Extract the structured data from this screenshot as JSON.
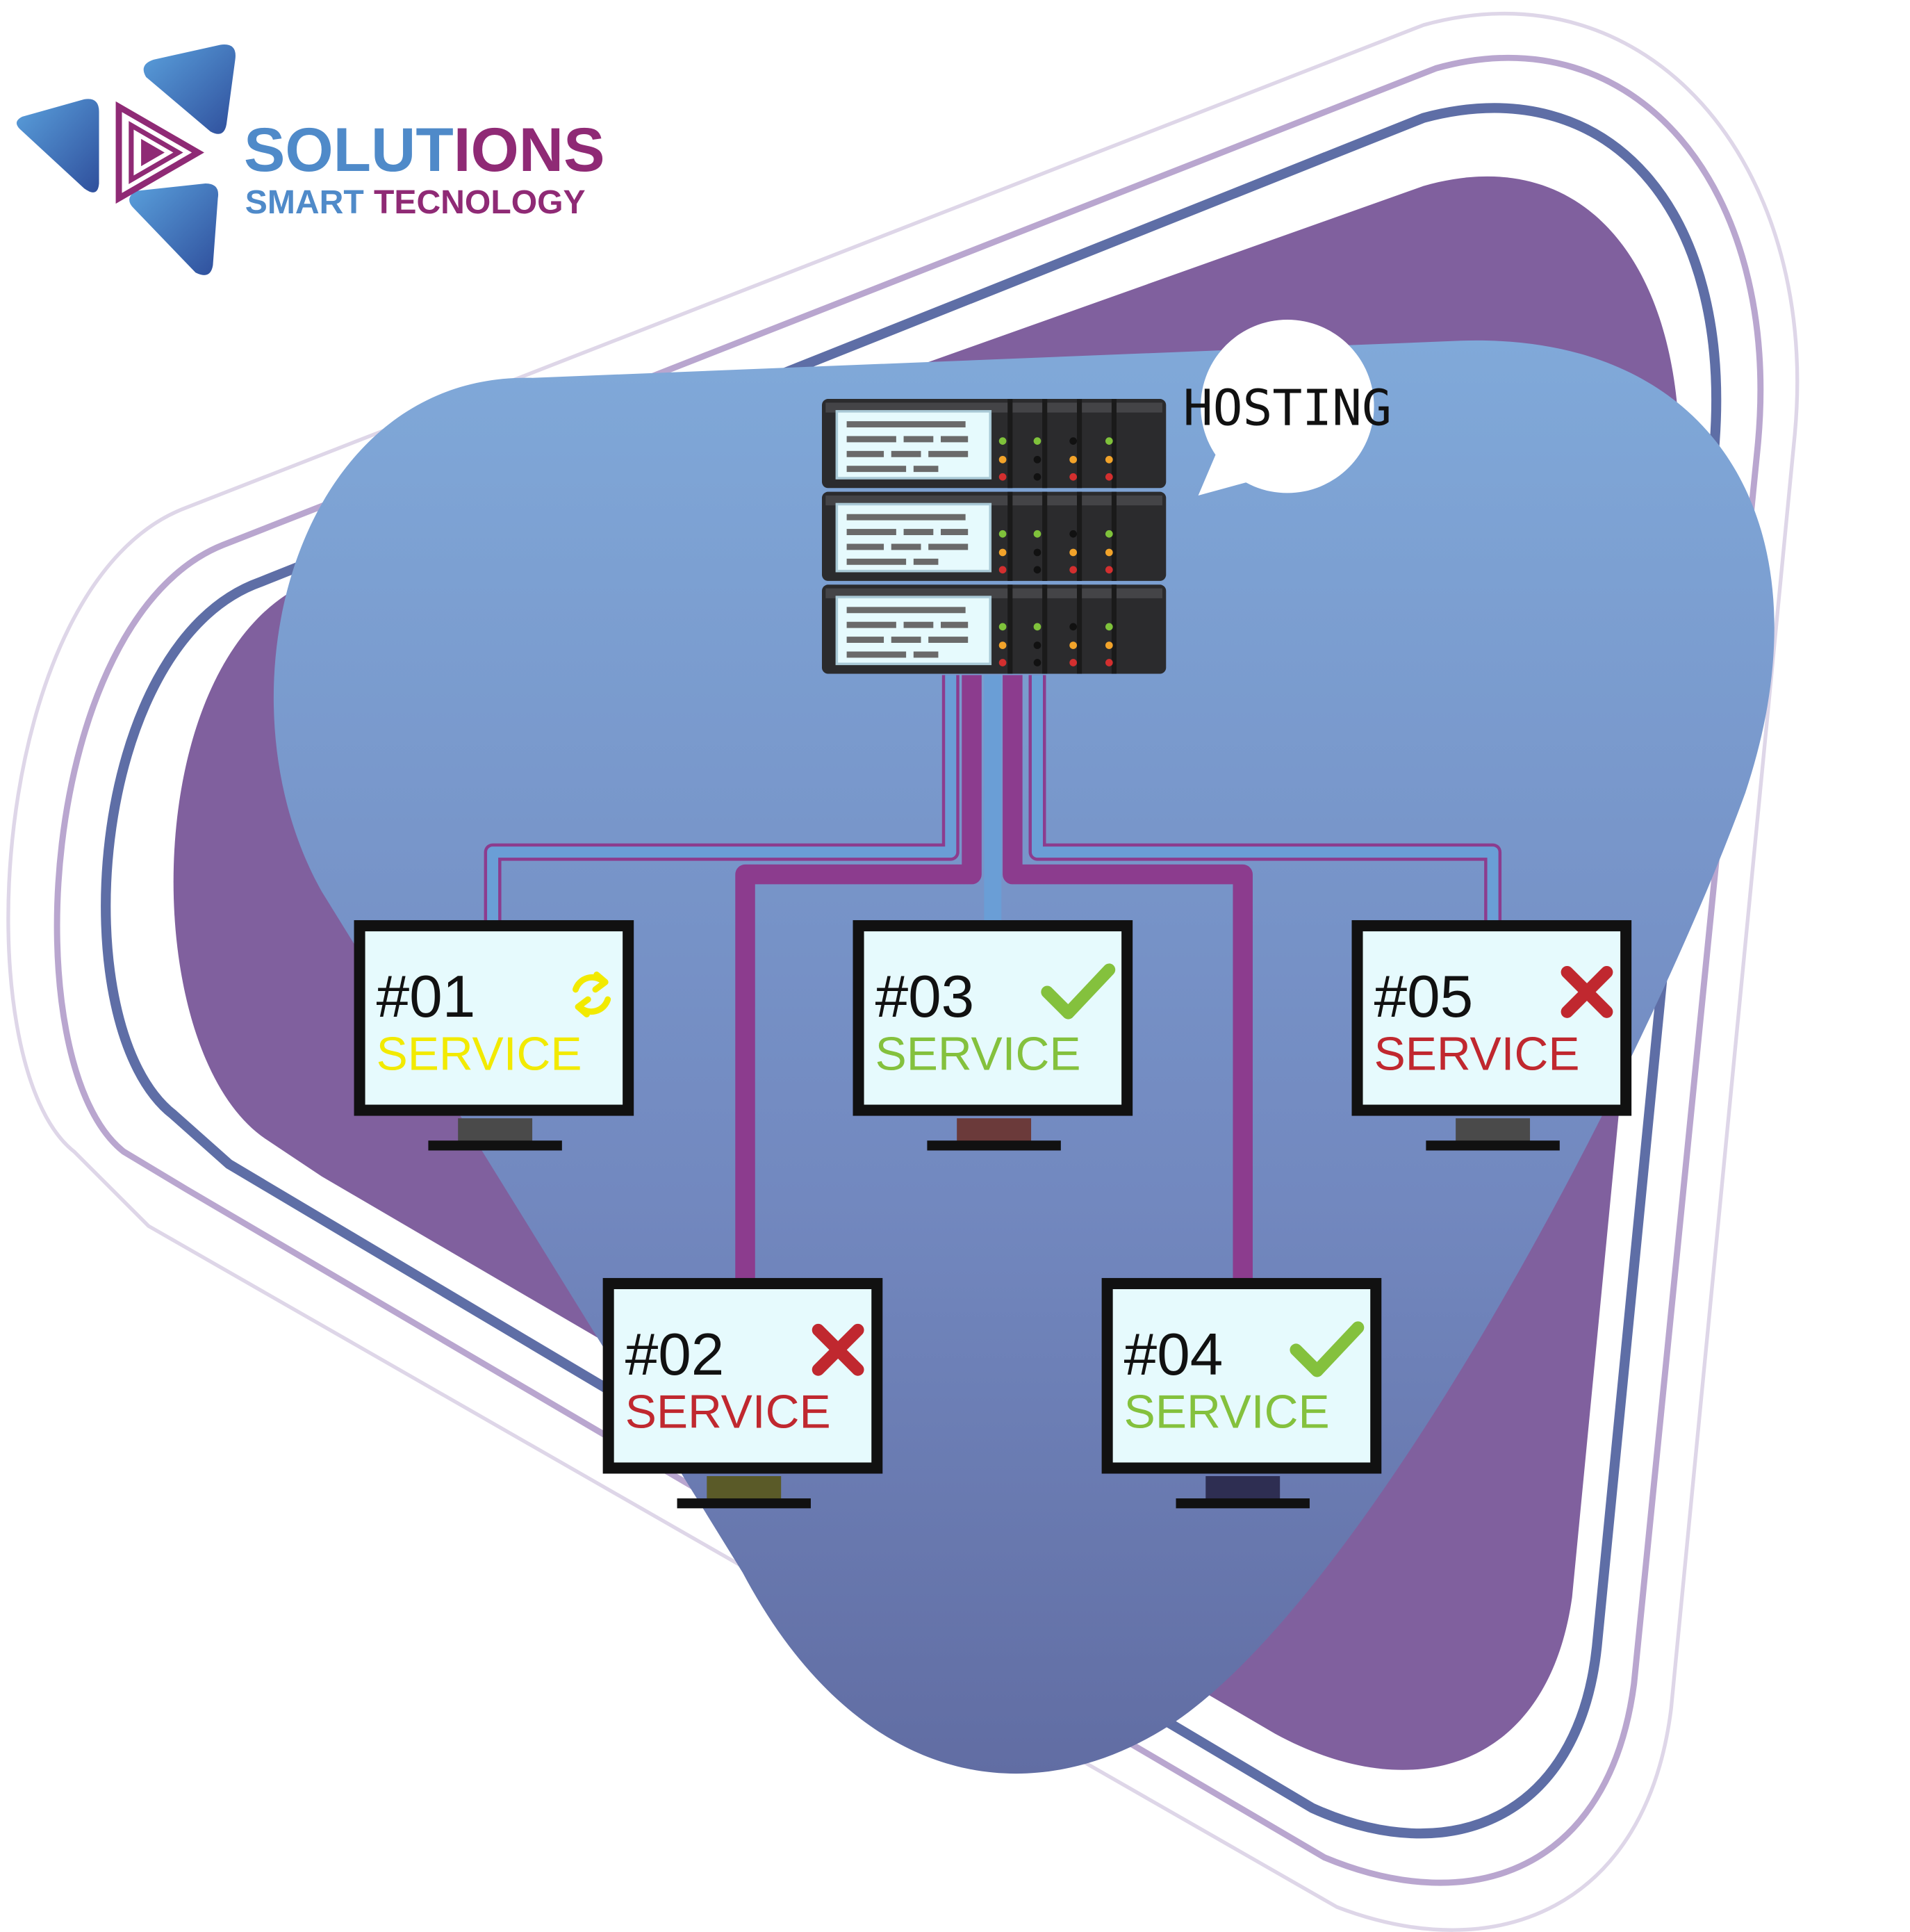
{
  "logo": {
    "word_part1": "SOLUT",
    "word_part2": "IONS",
    "tag_part1": "SMART",
    "tag_part2": "TECNOLOGY"
  },
  "hosting_label": "HOSTING",
  "colors": {
    "logo_blue": "#4f8ac9",
    "logo_purple": "#8f2a75",
    "blob_blue": "#7aa2d2",
    "blob_purple": "#80609e",
    "ring_blue": "#5e6ea6",
    "ring_lilac": "#b9a6cf",
    "ring_pale": "#ded6e8",
    "cable_blue": "#6a9ed6",
    "cable_magenta": "#8c3c8e",
    "status_pending": "#f2ea00",
    "status_ok": "#84c13d",
    "status_fail": "#c0282f",
    "screen": "#e6fafd"
  },
  "monitors": [
    {
      "number": "#01",
      "label": "SERVICE",
      "status": "pending",
      "icon": "refresh-icon"
    },
    {
      "number": "#02",
      "label": "SERVICE",
      "status": "fail",
      "icon": "cross-icon"
    },
    {
      "number": "#03",
      "label": "SERVICE",
      "status": "ok",
      "icon": "check-icon"
    },
    {
      "number": "#04",
      "label": "SERVICE",
      "status": "ok",
      "icon": "check-icon"
    },
    {
      "number": "#05",
      "label": "SERVICE",
      "status": "fail",
      "icon": "cross-icon"
    }
  ]
}
